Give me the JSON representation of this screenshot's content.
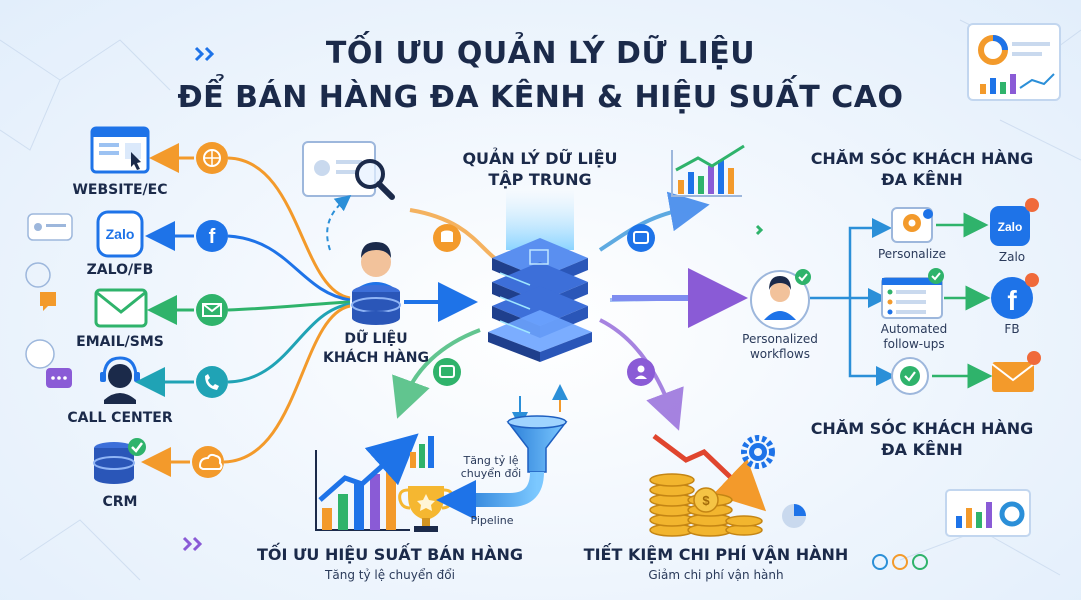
{
  "title": {
    "line1": "TỐI ƯU QUẢN LÝ DỮ LIỆU",
    "line2": "ĐỂ BÁN HÀNG ĐA KÊNH & HIỆU SUẤT CAO"
  },
  "channels": [
    {
      "label": "WEBSITE/EC",
      "icon": "globe-icon"
    },
    {
      "label": "ZALO/FB",
      "icon": "facebook-icon"
    },
    {
      "label": "EMAIL/SMS",
      "icon": "mail-icon"
    },
    {
      "label": "CALL CENTER",
      "icon": "phone-icon"
    },
    {
      "label": "CRM",
      "icon": "cloud-icon"
    }
  ],
  "customer_data": {
    "line1": "DỮ LIỆU",
    "line2": "KHÁCH HÀNG"
  },
  "central": {
    "line1": "QUẢN LÝ DỮ LIỆU",
    "line2": "TẬP TRUNG"
  },
  "care_top": {
    "line1": "CHĂM SÓC KHÁCH HÀNG",
    "line2": "ĐA KÊNH"
  },
  "care_bottom": {
    "line1": "CHĂM SÓC KHÁCH HÀNG",
    "line2": "ĐA KÊNH"
  },
  "workflows": {
    "line1": "Personalized",
    "line2": "workflows"
  },
  "steps": [
    {
      "label": "Personalize",
      "target": "Zalo"
    },
    {
      "label": "Automated follow-ups",
      "target": "FB"
    },
    {
      "label": "",
      "target": ""
    }
  ],
  "sales": {
    "title": "TỐI ƯU HIỆU SUẤT BÁN HÀNG",
    "subtitle": "Tăng tỷ lệ chuyển đổi"
  },
  "costs": {
    "title": "TIẾT KIỆM CHI PHÍ VẬN HÀNH",
    "subtitle": "Giảm chi phí vận hành"
  },
  "funnel": {
    "line1": "Tăng tỷ lệ",
    "line2": "chuyển đổi",
    "pipeline": "Pipeline"
  },
  "colors": {
    "orange": "#f39a2b",
    "blue": "#1e73e8",
    "green": "#2fb36b",
    "teal": "#20a3b5",
    "purple": "#8a5bd6",
    "navy": "#1b2a4a"
  }
}
